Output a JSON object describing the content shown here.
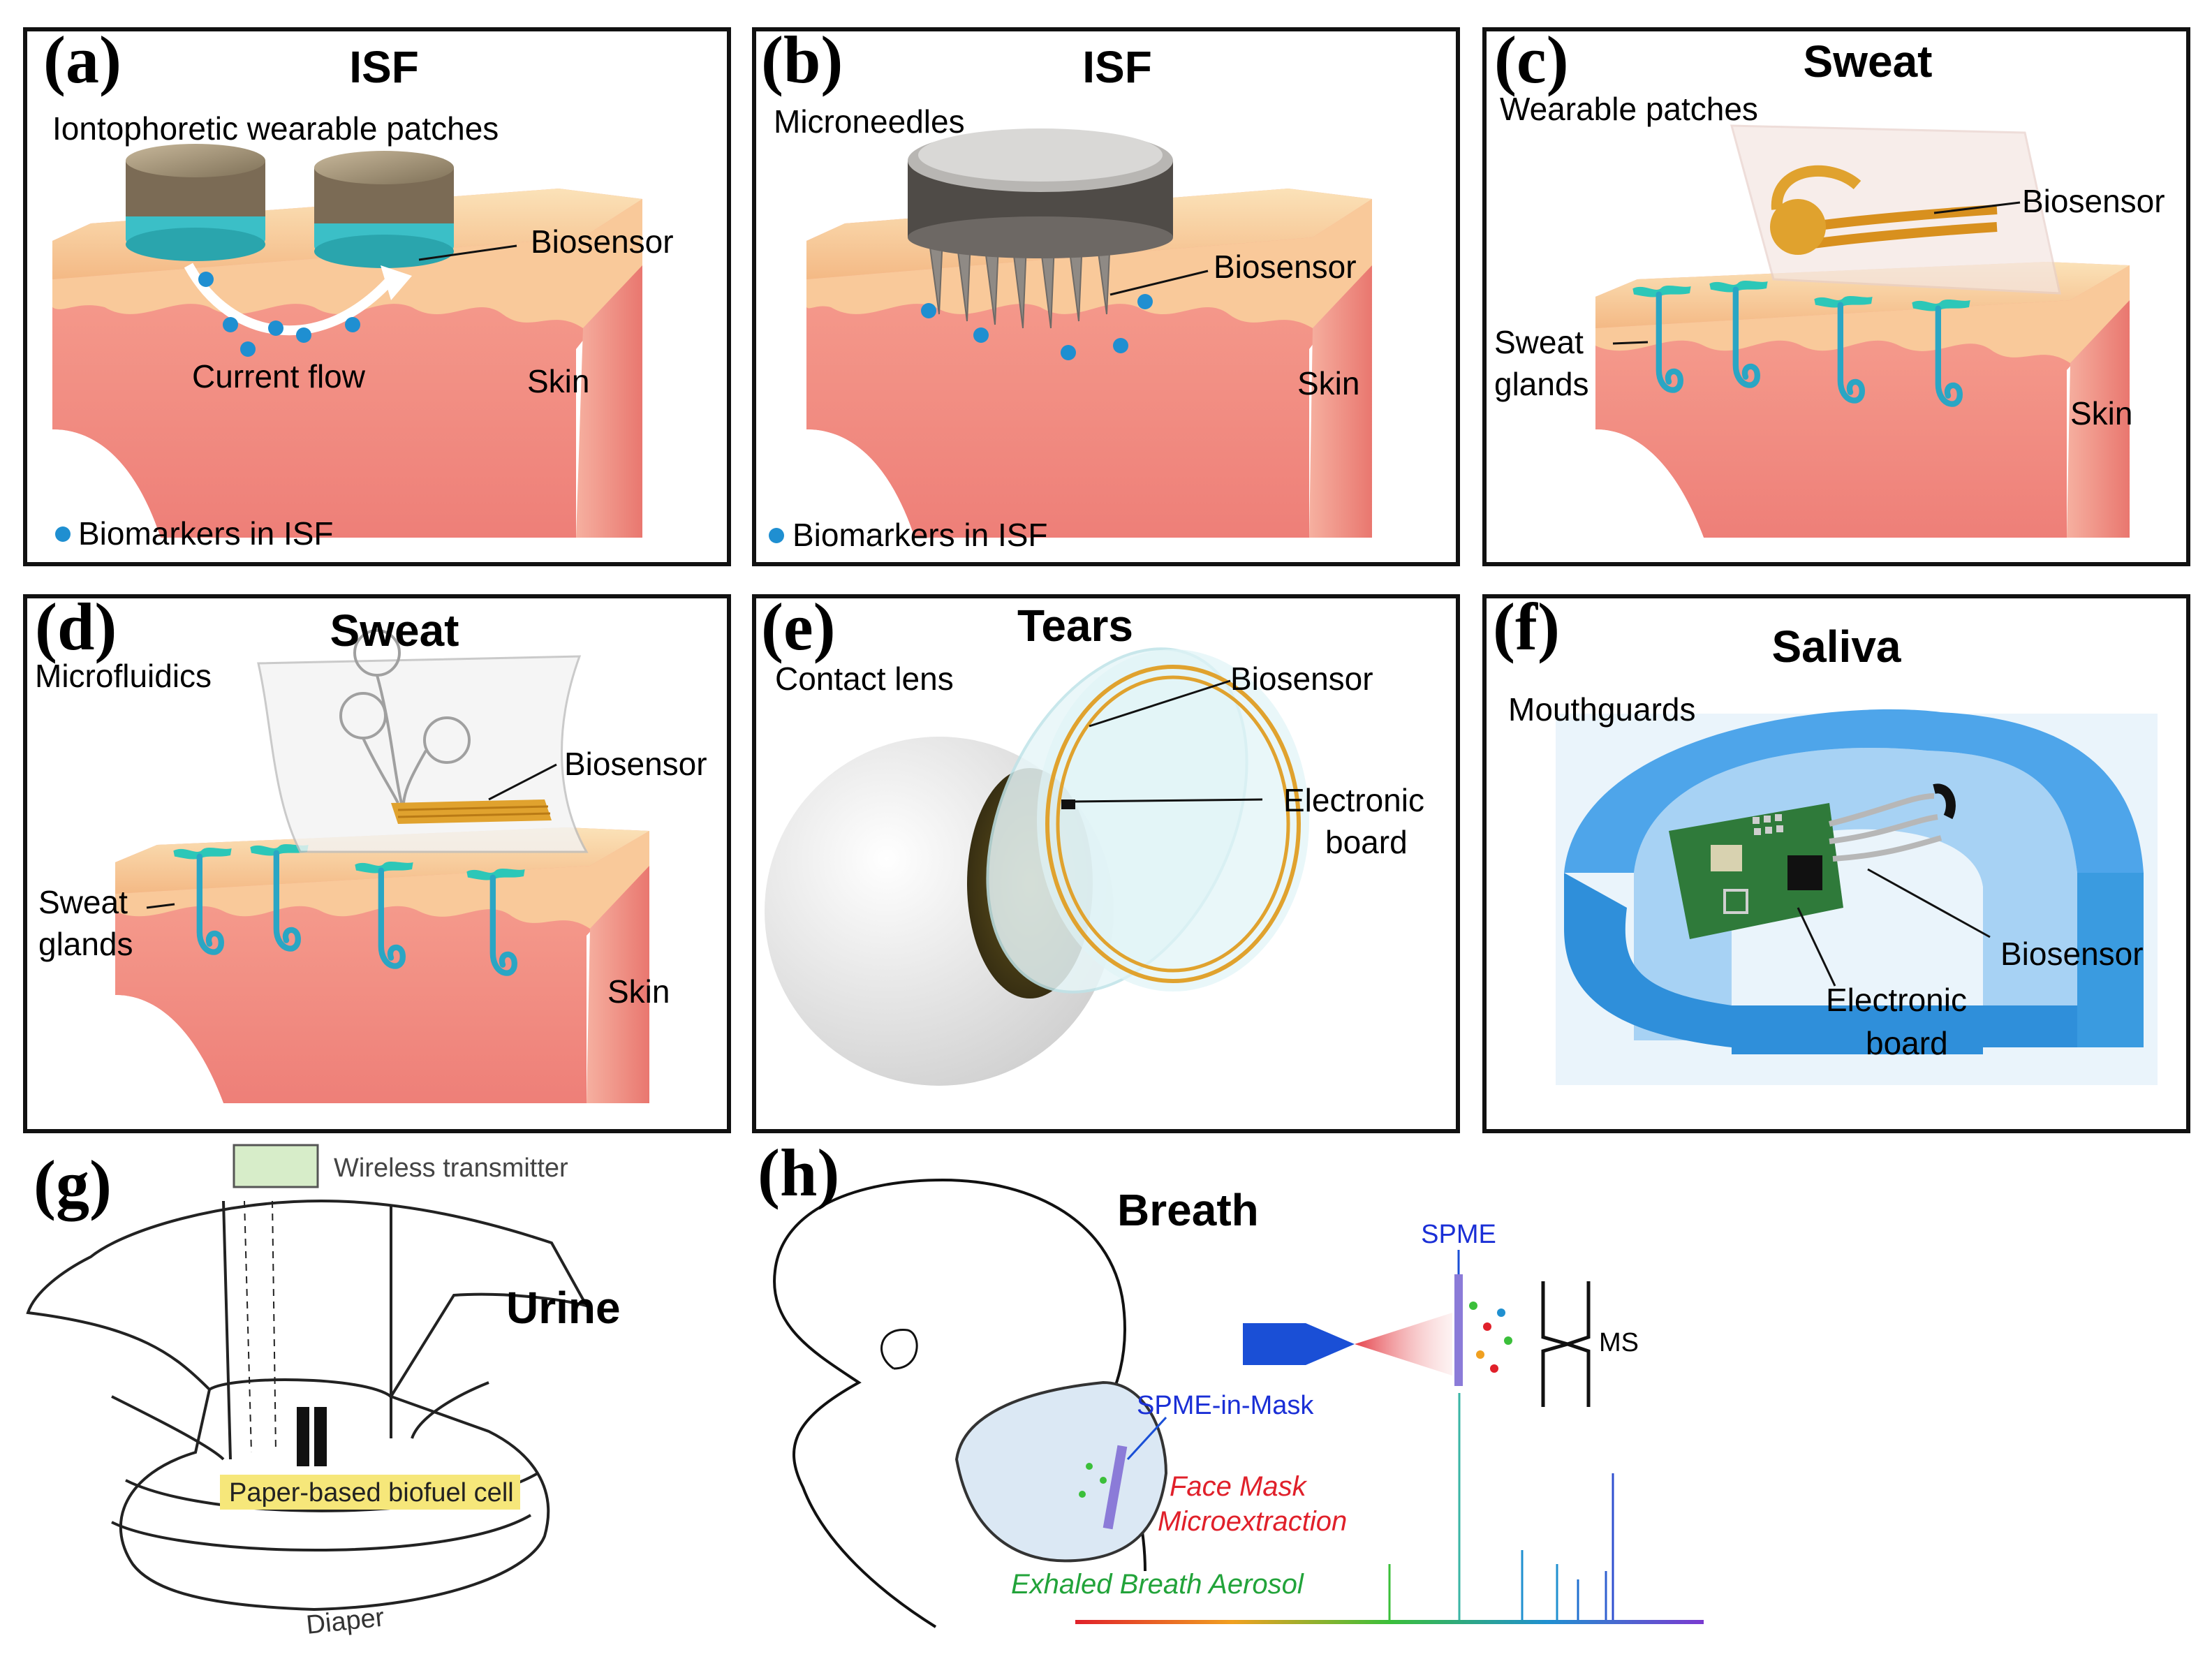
{
  "colors": {
    "skin_top": "#f7d3a0",
    "skin_side": "#f08a82",
    "skin_front": "#f49a8e",
    "gland": "#2aa6c4",
    "gland_tip": "#2cc7b8",
    "biomarker": "#1f8fd1",
    "gold": "#e0a22e",
    "mouthguard": "#3a9be0",
    "pcb": "#2f7a3a",
    "ms_blue": "#1a4fd6",
    "ms_red": "#e0202a",
    "aerosol_green": "#22a33a"
  },
  "panels": [
    {
      "id": "a",
      "letter": "(a)",
      "title": "ISF",
      "subtitle": "Iontophoretic wearable patches",
      "labels": [
        "Biosensor",
        "Current flow",
        "Skin"
      ],
      "legend": "Biomarkers in ISF",
      "legend_icon": "biomarker-dot-icon"
    },
    {
      "id": "b",
      "letter": "(b)",
      "title": "ISF",
      "subtitle": "Microneedles",
      "labels": [
        "Biosensor",
        "Skin"
      ],
      "legend": "Biomarkers in ISF",
      "legend_icon": "biomarker-dot-icon"
    },
    {
      "id": "c",
      "letter": "(c)",
      "title": "Sweat",
      "subtitle": "Wearable patches",
      "labels": [
        "Biosensor",
        "Sweat",
        "glands",
        "Skin"
      ]
    },
    {
      "id": "d",
      "letter": "(d)",
      "title": "Sweat",
      "subtitle": "Microfluidics",
      "labels": [
        "Biosensor",
        "Sweat",
        "glands",
        "Skin"
      ]
    },
    {
      "id": "e",
      "letter": "(e)",
      "title": "Tears",
      "subtitle": "Contact lens",
      "labels": [
        "Biosensor",
        "Electronic",
        "board"
      ]
    },
    {
      "id": "f",
      "letter": "(f)",
      "title": "Saliva",
      "subtitle": "Mouthguards",
      "labels": [
        "Biosensor",
        "Electronic",
        "board"
      ]
    },
    {
      "id": "g",
      "letter": "(g)",
      "title": "Urine",
      "labels": [
        "Wireless transmitter",
        "Paper-based biofuel cell",
        "Diaper"
      ]
    },
    {
      "id": "h",
      "letter": "(h)",
      "title": "Breath",
      "labels": [
        "SPME",
        "MS",
        "SPME-in-Mask",
        "Face Mask",
        "Microextraction",
        "Exhaled Breath Aerosol"
      ]
    }
  ]
}
